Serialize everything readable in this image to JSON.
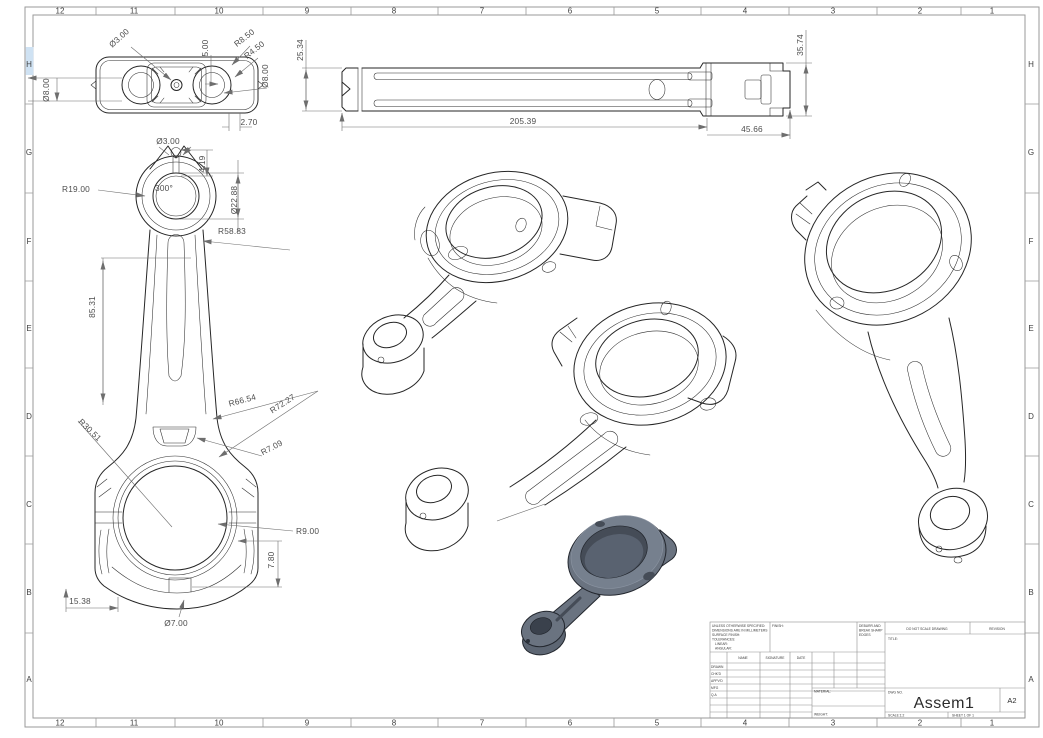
{
  "sheet": {
    "zone_columns": [
      "12",
      "11",
      "10",
      "9",
      "8",
      "7",
      "6",
      "5",
      "4",
      "3",
      "2",
      "1"
    ],
    "zone_rows": [
      "H",
      "G",
      "F",
      "E",
      "D",
      "C",
      "B",
      "A"
    ],
    "background_color": "#ffffff",
    "frame_color": "#9a9a9a",
    "edge_color": "#262626",
    "dim_color": "#4d4d4d",
    "highlight_color": "#cfe2f3",
    "shaded_part_color": "#6a7380"
  },
  "dims": {
    "top": [
      "Ø3.00",
      "5.00",
      "R8.50",
      "R4.50",
      "Ø8.00",
      "Ø8.00",
      "2.70"
    ],
    "front": [
      "Ø3.00",
      "4.19",
      "Ø22.88",
      "300°",
      "R19.00",
      "R58.83",
      "85.31",
      "R66.54",
      "R72.27",
      "R7.09",
      "R30.51",
      "R9.00",
      "7.80",
      "15.38",
      "Ø7.00"
    ],
    "side": [
      "25.34",
      "205.39",
      "45.66",
      "35.74"
    ]
  },
  "title_block": {
    "note_lines": [
      "UNLESS OTHERWISE SPECIFIED:",
      "DIMENSIONS ARE IN MILLIMETERS",
      "SURFACE FINISH:",
      "TOLERANCES:",
      "LINEAR:",
      "ANGULAR:"
    ],
    "finish_label": "FINISH:",
    "deburr_lines": [
      "DEBURR AND",
      "BREAK SHARP",
      "EDGES"
    ],
    "do_not_scale": "DO NOT SCALE DRAWING",
    "revision_label": "REVISION",
    "name_header": "NAME",
    "signature_header": "SIGNATURE",
    "date_header": "DATE",
    "approval_rows": [
      "DRAWN",
      "CHK'D",
      "APPV'D",
      "MFG",
      "Q.A"
    ],
    "material_label": "MATERIAL:",
    "weight_label": "WEIGHT:",
    "dwg_no_label": "DWG NO.",
    "title_label": "TITLE:",
    "scale_text": "SCALE:1:2",
    "sheet_text": "SHEET 1 OF 1",
    "drawing_number": "Assem1",
    "sheet_size": "A2"
  }
}
